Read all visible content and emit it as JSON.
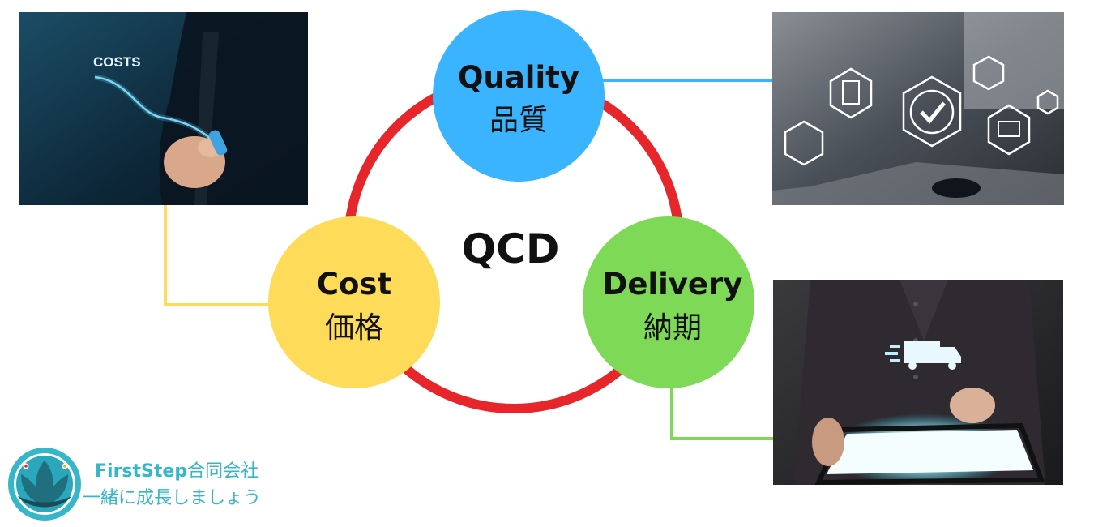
{
  "diagram": {
    "center_label": "QCD",
    "nodes": {
      "quality": {
        "title": "Quality",
        "subtitle": "品質",
        "color": "#3ab4ff"
      },
      "cost": {
        "title": "Cost",
        "subtitle": "価格",
        "color": "#fedc5a"
      },
      "delivery": {
        "title": "Delivery",
        "subtitle": "納期",
        "color": "#7ed957"
      }
    },
    "ring_color": "#e7262b"
  },
  "photos": {
    "costs": {
      "label": "COSTS",
      "icon": "cost-chart-photo"
    },
    "quality": {
      "icon": "quality-check-photo"
    },
    "delivery": {
      "icon": "delivery-truck-photo"
    }
  },
  "logo": {
    "brand": "FirstStep",
    "company": "合同会社",
    "tagline": "一緒に成長しましょう",
    "color": "#35b7c9",
    "icon": "lotus-icon"
  }
}
